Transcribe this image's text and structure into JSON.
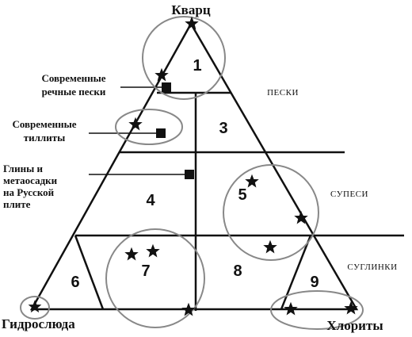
{
  "vertices": {
    "top": "Кварц",
    "bottom_left": "Гидрослюда",
    "bottom_right": "Хлориты"
  },
  "left_labels": {
    "river_sands": [
      "Современные",
      "речные пески"
    ],
    "tillites": [
      "Современные",
      "тиллиты"
    ],
    "clays": [
      "Глины и",
      "метаосадки",
      "на Русской",
      "плите"
    ]
  },
  "classes": {
    "sands": "ПЕСКИ",
    "sandy_loams": "СУПЕСИ",
    "loams": "СУГЛИНКИ"
  },
  "zones": [
    "1",
    "3",
    "4",
    "5",
    "6",
    "7",
    "8",
    "9"
  ]
}
